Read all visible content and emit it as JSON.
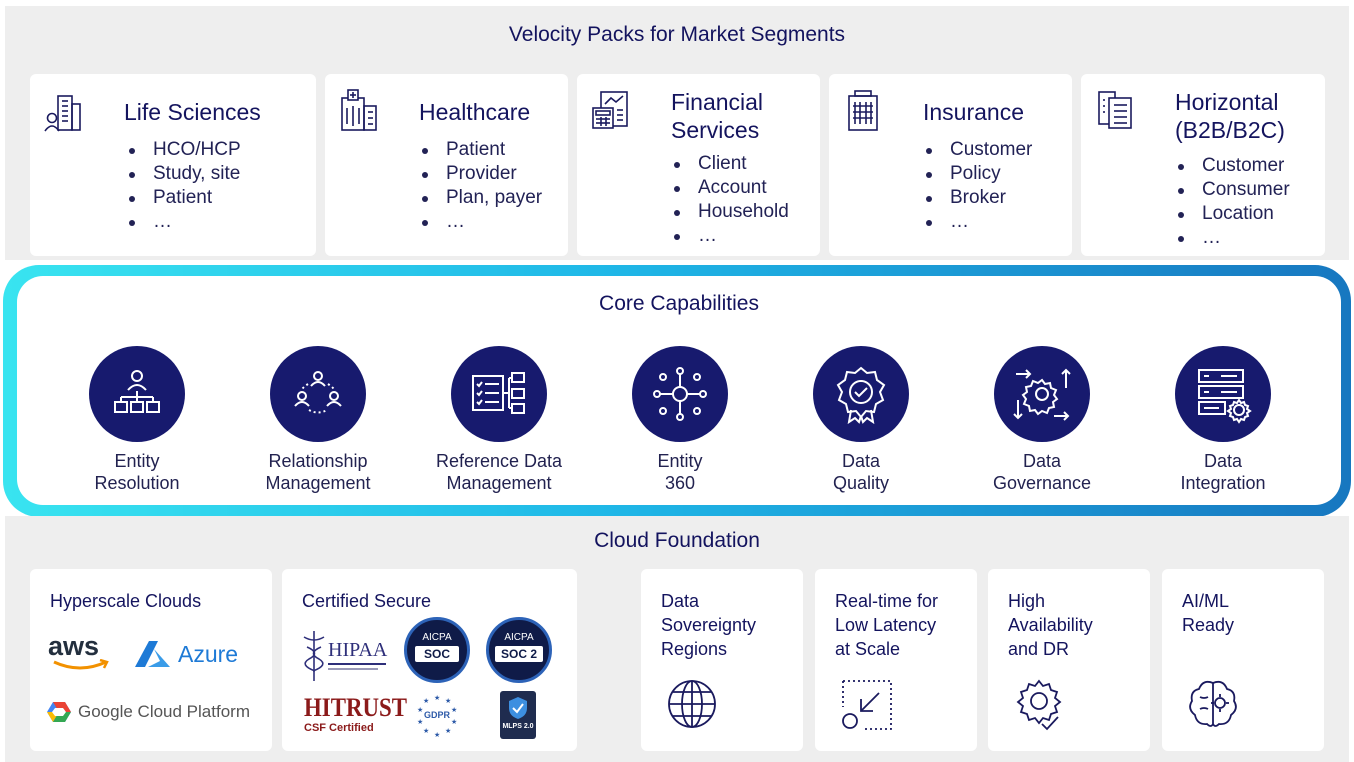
{
  "top": {
    "title": "Velocity Packs for Market Segments",
    "segments": [
      {
        "icon": "building-person-icon",
        "title_lines": [
          "Life Sciences"
        ],
        "items": [
          "HCO/HCP",
          "Study, site",
          "Patient",
          "…"
        ]
      },
      {
        "icon": "hospital-icon",
        "title_lines": [
          "Healthcare"
        ],
        "items": [
          "Patient",
          "Provider",
          "Plan, payer",
          "…"
        ]
      },
      {
        "icon": "finance-calculator-icon",
        "title_lines": [
          "Financial",
          "Services"
        ],
        "items": [
          "Client",
          "Account",
          "Household",
          "…"
        ]
      },
      {
        "icon": "office-building-icon",
        "title_lines": [
          "Insurance"
        ],
        "items": [
          "Customer",
          "Policy",
          "Broker",
          "…"
        ]
      },
      {
        "icon": "document-list-icon",
        "title_lines": [
          "Horizontal",
          "(B2B/B2C)"
        ],
        "items": [
          "Customer",
          "Consumer",
          "Location",
          "…"
        ]
      }
    ]
  },
  "core": {
    "title": "Core Capabilities",
    "capabilities": [
      {
        "icon": "hierarchy-icon",
        "lines": [
          "Entity",
          "Resolution"
        ]
      },
      {
        "icon": "people-cycle-icon",
        "lines": [
          "Relationship",
          "Management"
        ]
      },
      {
        "icon": "list-tree-icon",
        "lines": [
          "Reference Data",
          "Management"
        ]
      },
      {
        "icon": "hub-network-icon",
        "lines": [
          "Entity",
          "360"
        ]
      },
      {
        "icon": "quality-badge-icon",
        "lines": [
          "Data",
          "Quality"
        ]
      },
      {
        "icon": "governance-gear-icon",
        "lines": [
          "Data",
          "Governance"
        ]
      },
      {
        "icon": "server-gear-icon",
        "lines": [
          "Data",
          "Integration"
        ]
      }
    ]
  },
  "foundation": {
    "title": "Cloud Foundation",
    "hyperscale": {
      "title": "Hyperscale Clouds",
      "aws": "aws",
      "azure": "Azure",
      "gcp": "Google Cloud Platform"
    },
    "certified": {
      "title": "Certified Secure",
      "hipaa": "HIPAA",
      "aicpa": "AICPA",
      "soc": "SOC",
      "soc2": "SOC 2",
      "hitrust": "HITRUST",
      "csf": "CSF Certified",
      "gdpr": "GDPR",
      "mlps": "MLPS 2.0"
    },
    "features": [
      {
        "title": "Data\nSovereignty\nRegions",
        "icon": "globe-icon"
      },
      {
        "title": "Real-time for\nLow Latency\nat Scale",
        "icon": "arrow-in-icon"
      },
      {
        "title": "High\nAvailability\nand DR",
        "icon": "gear-check-icon"
      },
      {
        "title": "AI/ML\nReady",
        "icon": "brain-gear-icon"
      }
    ]
  },
  "colors": {
    "navy": "#171a6e",
    "band": "#eeeeee",
    "frame_start": "#39e4f0",
    "frame_end": "#1777c0"
  }
}
